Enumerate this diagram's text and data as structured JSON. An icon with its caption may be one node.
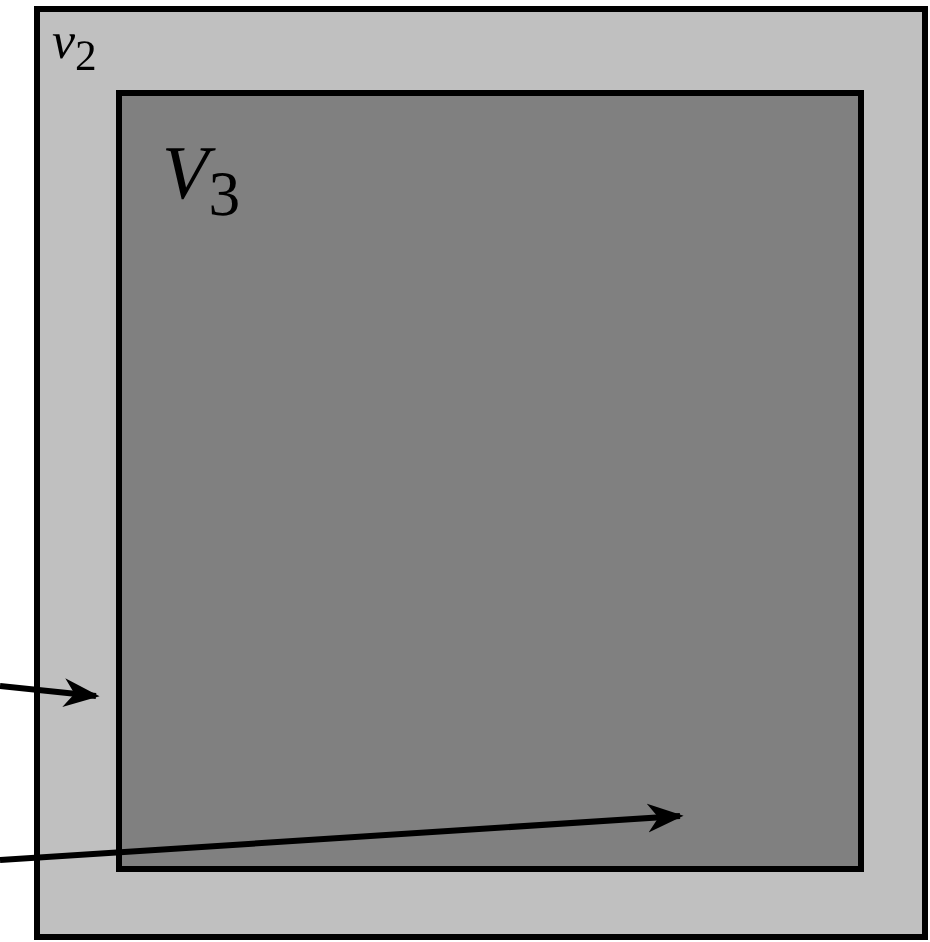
{
  "diagram": {
    "nodes": [
      {
        "text": [
          "*v*$_{2}$"
        ]
      },
      {
        "text": [
          "*V*$_{3}$"
        ],
        "in": 0
      }
    ],
    "edges": [
      {
        "from": null,
        "to": 0,
        "arrow": "to"
      },
      {
        "from": null,
        "to": 1,
        "arrow": "to"
      }
    ]
  }
}
